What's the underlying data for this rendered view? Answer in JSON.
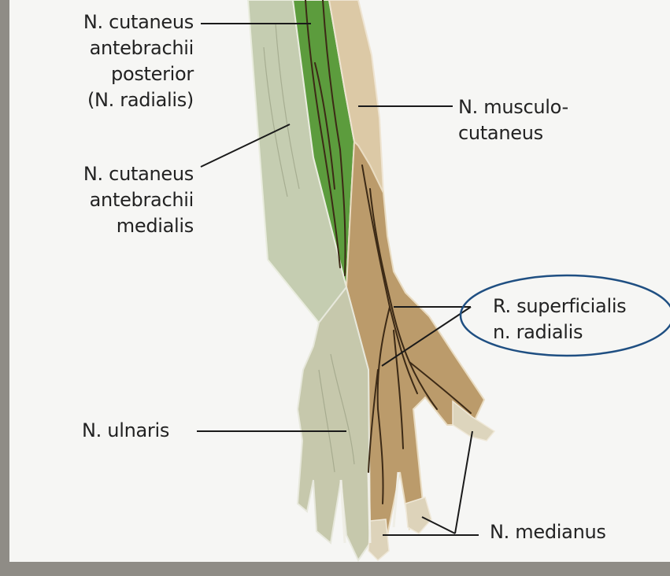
{
  "labels": {
    "cut_post": [
      "N. cutaneus",
      "antebrachii",
      "posterior",
      "(N. radialis)"
    ],
    "cut_med": [
      "N. cutaneus",
      "antebrachii",
      "medialis"
    ],
    "ulnaris": "N. ulnaris",
    "musculo": [
      "N. musculo-",
      "cutaneus"
    ],
    "superficialis": [
      "R. superficialis",
      "n. radialis"
    ],
    "medianus": "N. medianus"
  },
  "colors": {
    "page_bg": "#f6f6f4",
    "radial_posterior_green": "#5a9b3c",
    "ulnar_medial_gray": "#c7ccb2",
    "radial_superficial_tan": "#b99a6b",
    "musculocutaneous_beige": "#d9c7a6",
    "median_light": "#ddd5bd",
    "nerve_dark": "#3d2b17",
    "highlight_ellipse": "#1f4f82",
    "leader_line": "#1a1a1a"
  }
}
